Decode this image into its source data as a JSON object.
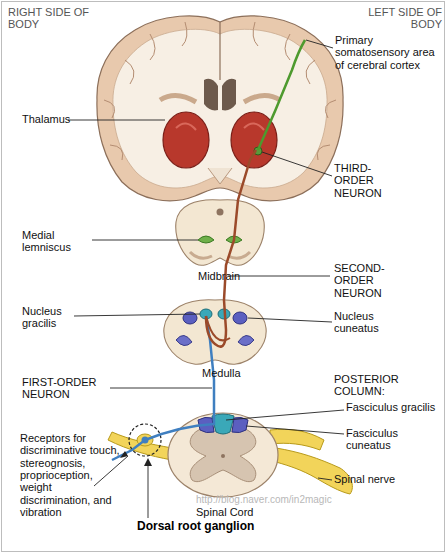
{
  "diagram": {
    "labels": [
      "RIGHT SIDE OF BODY",
      "LEFT SIDE OF BODY",
      "Primary somatosensory area of cerebral cortex",
      "Thalamus",
      "THIRD-ORDER NEURON",
      "Medial lemniscus",
      "Midbrain",
      "SECOND-ORDER NEURON",
      "Nucleus gracilis",
      "Nucleus cuneatus",
      "Medulla",
      "FIRST-ORDER NEURON",
      "POSTERIOR COLUMN:",
      "Fasciculus gracilis",
      "Fasciculus cuneatus",
      "Receptors for discriminative touch, stereognosis, proprioception, weight discrimination, and vibration",
      "Spinal nerve",
      "Spinal Cord",
      "http://blog.naver.com/in2magic",
      "Dorsal root ganglion"
    ]
  }
}
